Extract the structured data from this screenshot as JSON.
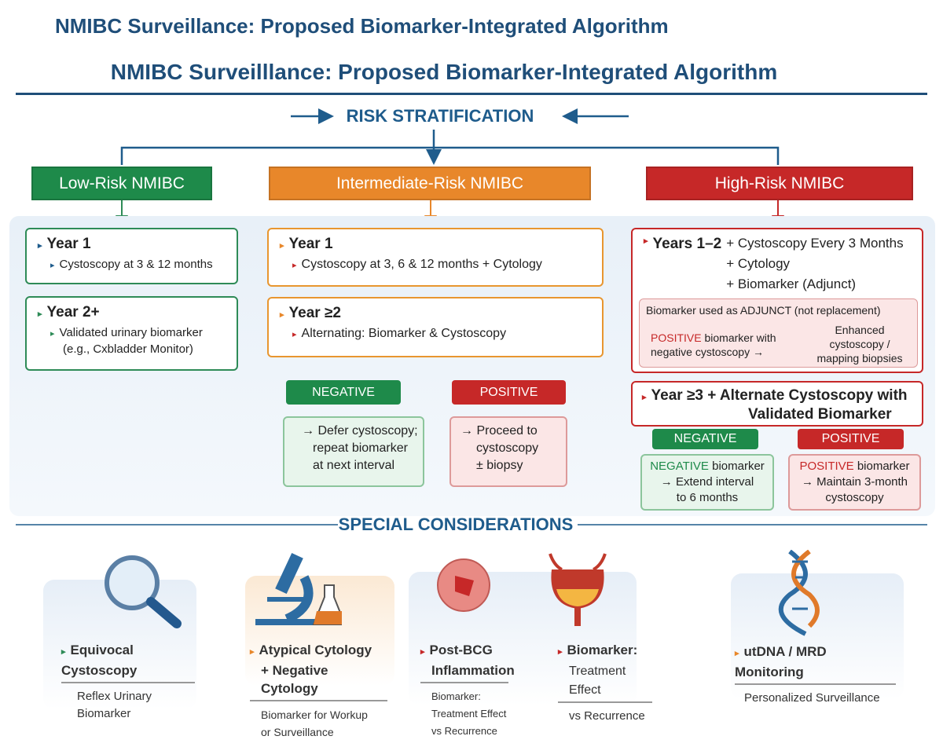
{
  "title_top": "NMIBC Surveillance: Proposed Biomarker-Integrated Algorithm",
  "title_main": "NMIBC Surveilllance: Proposed Biomarker-Integrated Algorithm",
  "risk_stratification": "RISK STRATIFICATION",
  "colors": {
    "low": "#1e8a4a",
    "intermediate": "#e8872a",
    "high": "#c62828",
    "navy": "#1f4e79"
  },
  "low": {
    "header": "Low-Risk NMIBC",
    "year1": "Year 1",
    "year1_detail": "Cystoscopy at 3 & 12 months",
    "year2": "Year 2+",
    "year2_detail": "Validated urinary biomarker",
    "year2_example": "(e.g., Cxbladder Monitor)"
  },
  "intermediate": {
    "header": "Intermediate-Risk NMIBC",
    "year1": "Year 1",
    "year1_detail": "Cystoscopy at 3, 6 & 12 months + Cytology",
    "year2": "Year ≥2",
    "year2_detail": "Alternating: Biomarker & Cystoscopy",
    "negative": "NEGATIVE",
    "positive": "POSITIVE",
    "negative_action": [
      "→ Defer cystoscopy;",
      "repeat biomarker",
      "at next interval"
    ],
    "positive_action": [
      "→ Proceed to",
      "cystoscopy",
      "± biopsy"
    ]
  },
  "high": {
    "header": "High-Risk NMIBC",
    "years12": "Years 1–2",
    "items": [
      "+ Cystoscopy Every 3 Months",
      "+ Cytology",
      "+ Biomarker (Adjunct)"
    ],
    "adjunct_note": "Biomarker used as ADJUNCT (not replacement)",
    "positive_word": "POSITIVE",
    "adjunct_text": " biomarker with",
    "adjunct_text2": "negative cystoscopy →",
    "adjunct_action": [
      "Enhanced",
      "cystoscopy /",
      "mapping biopsies"
    ],
    "year3": "Year ≥3",
    "year3_detail": "+ Alternate Cystoscopy with",
    "year3_detail2": "Validated Biomarker",
    "negative": "NEGATIVE",
    "positive": "POSITIVE",
    "neg_word": "NEGATIVE",
    "neg_rest": " biomarker",
    "neg_action": [
      "→ Extend interval",
      "to 6 months"
    ],
    "pos_word": "POSITIVE",
    "pos_rest": " biomarker",
    "pos_action": [
      "→ Maintain 3-month",
      "cystoscopy"
    ]
  },
  "special_title": "SPECIAL CONSIDERATIONS",
  "special": [
    {
      "title": [
        "Equivocal Cystoscopy"
      ],
      "detail": [
        "Reflex Urinary",
        "Biomarker"
      ]
    },
    {
      "title": [
        "Atypical Cytology",
        "+ Negative Cytology"
      ],
      "detail": [
        "Biomarker for Workup",
        "or Surveillance"
      ]
    },
    {
      "title": [
        "Post-BCG",
        "Inflammation"
      ],
      "detail": [
        "Biomarker:",
        "Treatment Effect",
        "vs Recurrence"
      ]
    },
    {
      "title": [
        "Biomarker:",
        "Treatment Effect"
      ],
      "detail": [
        "vs Recurrence"
      ]
    },
    {
      "title": [
        "utDNA / MRD Monitoring"
      ],
      "detail": [
        "Personalized Surveillance"
      ]
    }
  ]
}
